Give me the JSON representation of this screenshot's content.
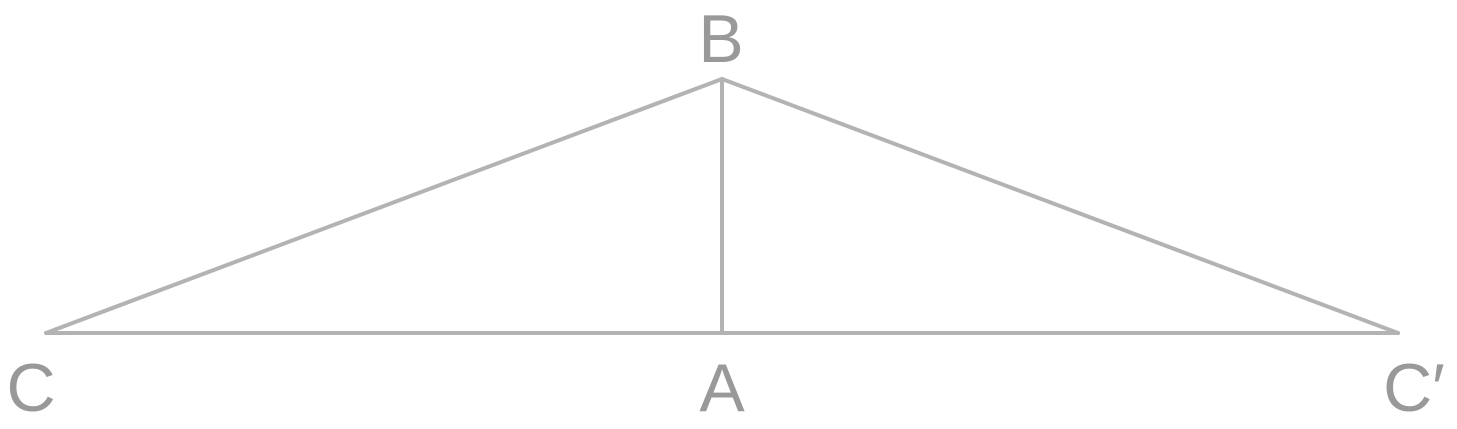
{
  "diagram": {
    "colors": {
      "stroke": "#b3b3b3",
      "label": "#999999"
    },
    "vertices": {
      "B": "B",
      "C": "C",
      "A": "A",
      "C_prime": "C′"
    },
    "edges": [
      {
        "from": "C",
        "to": "B"
      },
      {
        "from": "B",
        "to": "C_prime"
      },
      {
        "from": "B",
        "to": "A"
      },
      {
        "from": "C",
        "to": "C_prime"
      }
    ]
  }
}
